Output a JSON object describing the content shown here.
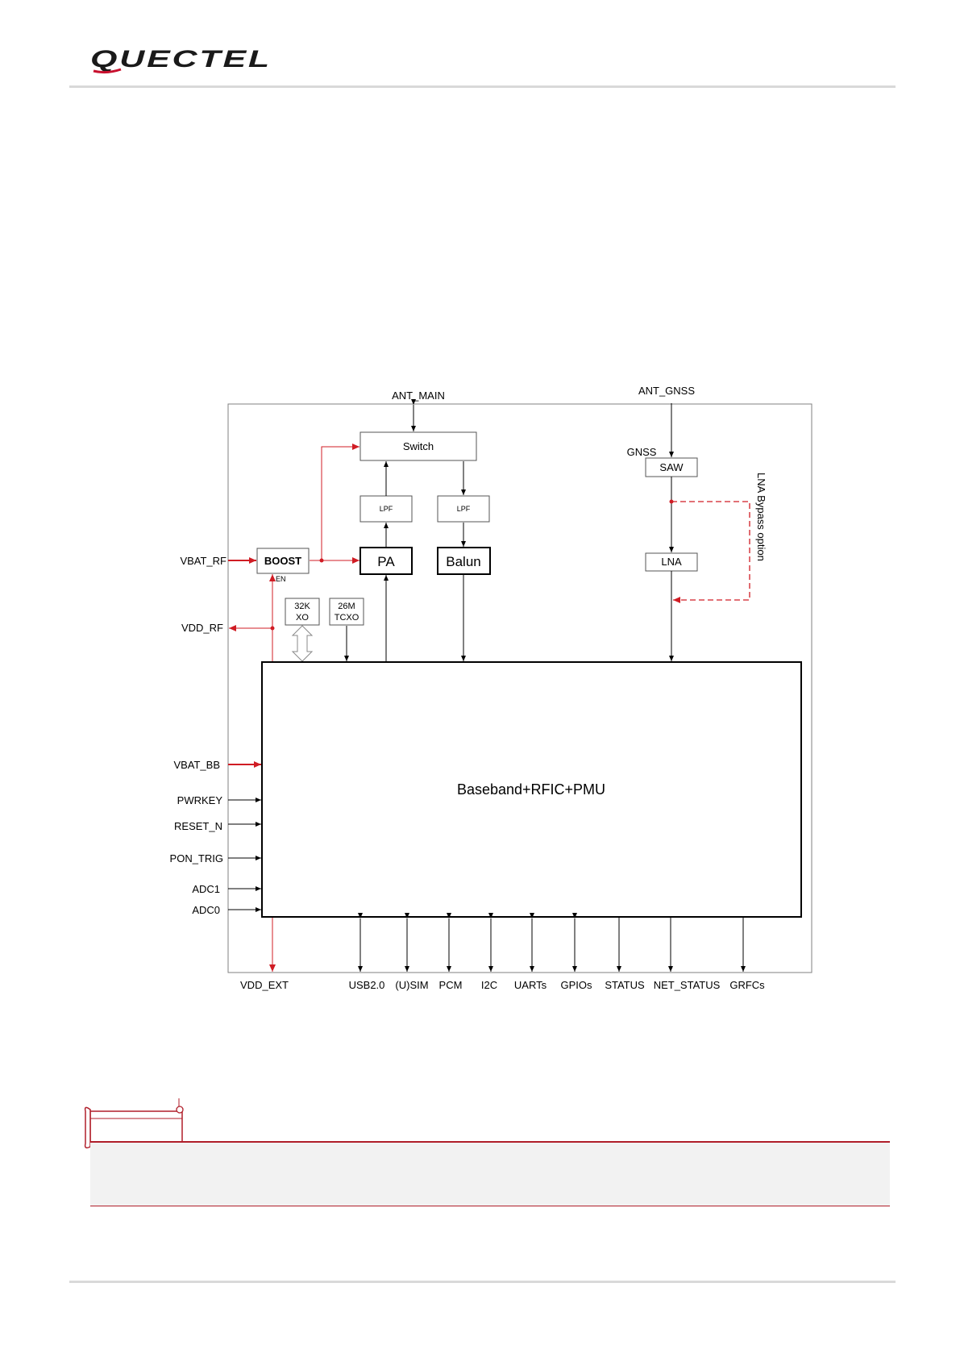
{
  "brand": {
    "logo_text": "QUECTEL",
    "logo_color": "#1a1a1a",
    "accent_color": "#c8102e"
  },
  "diagram": {
    "top_labels": {
      "ant_main": "ANT_MAIN",
      "ant_gnss": "ANT_GNSS"
    },
    "blocks": {
      "switch": "Switch",
      "lpf_left": "LPF",
      "lpf_right": "LPF",
      "pa": "PA",
      "balun": "Balun",
      "boost": "BOOST",
      "en": "EN",
      "xo_line1": "32K",
      "xo_line2": "XO",
      "tcxo_line1": "26M",
      "tcxo_line2": "TCXO",
      "gnss": "GNSS",
      "saw": "SAW",
      "lna": "LNA",
      "lna_bypass": "LNA  Bypass option",
      "main": "Baseband+RFIC+PMU"
    },
    "left_pins": {
      "vbat_rf": "VBAT_RF",
      "vdd_rf": "VDD_RF",
      "vbat_bb": "VBAT_BB",
      "pwrkey": "PWRKEY",
      "reset_n": "RESET_N",
      "pon_trig": "PON_TRIG",
      "adc1": "ADC1",
      "adc0": "ADC0"
    },
    "bottom_pins": {
      "vdd_ext": "VDD_EXT",
      "usb": "USB2.0",
      "usim": "(U)SIM",
      "pcm": "PCM",
      "i2c": "I2C",
      "uarts": "UARTs",
      "gpios": "GPIOs",
      "status": "STATUS",
      "net_status": "NET_STATUS",
      "grfcs": "GRFCs"
    }
  }
}
